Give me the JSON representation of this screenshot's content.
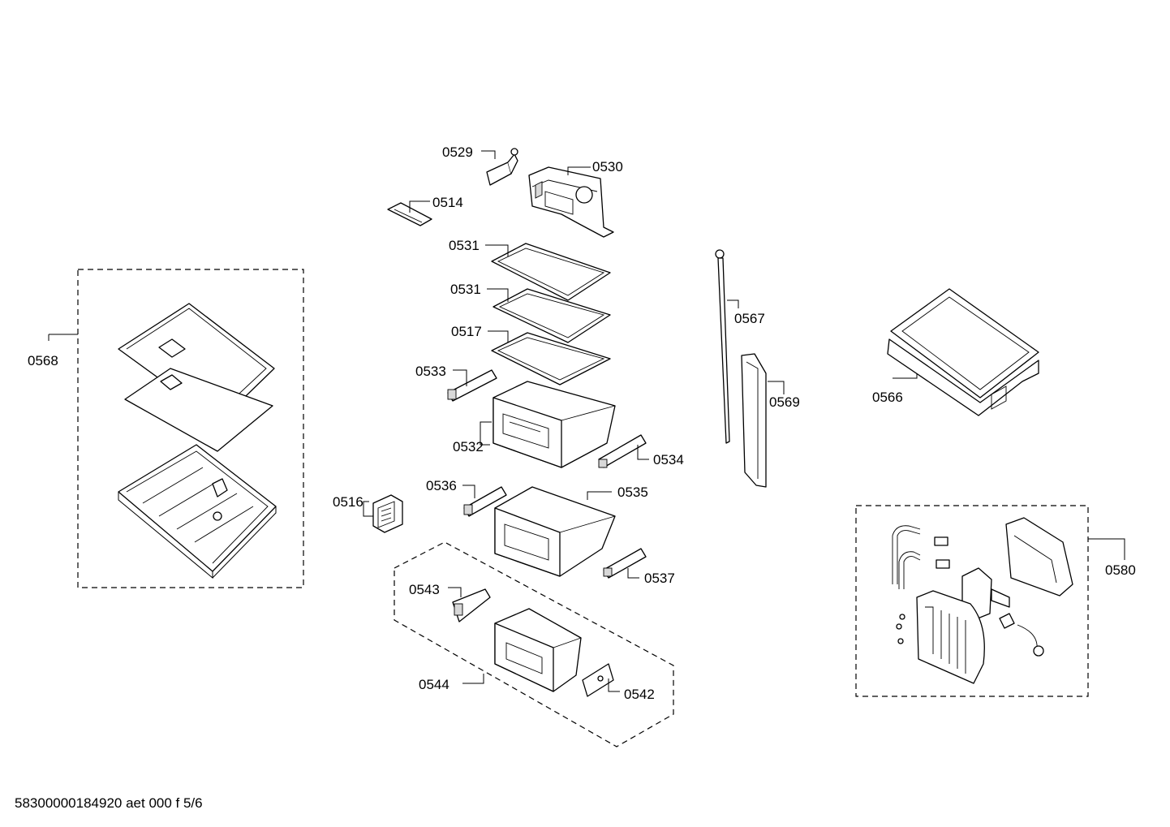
{
  "labels": {
    "p0529": "0529",
    "p0530": "0530",
    "p0514": "0514",
    "p0531a": "0531",
    "p0531b": "0531",
    "p0517": "0517",
    "p0533": "0533",
    "p0532": "0532",
    "p0534": "0534",
    "p0536": "0536",
    "p0535": "0535",
    "p0516": "0516",
    "p0537": "0537",
    "p0543": "0543",
    "p0544": "0544",
    "p0542": "0542",
    "p0567": "0567",
    "p0569": "0569",
    "p0566": "0566",
    "p0568": "0568",
    "p0580": "0580"
  },
  "footer": "58300000184920 aet 000 f 5/6"
}
